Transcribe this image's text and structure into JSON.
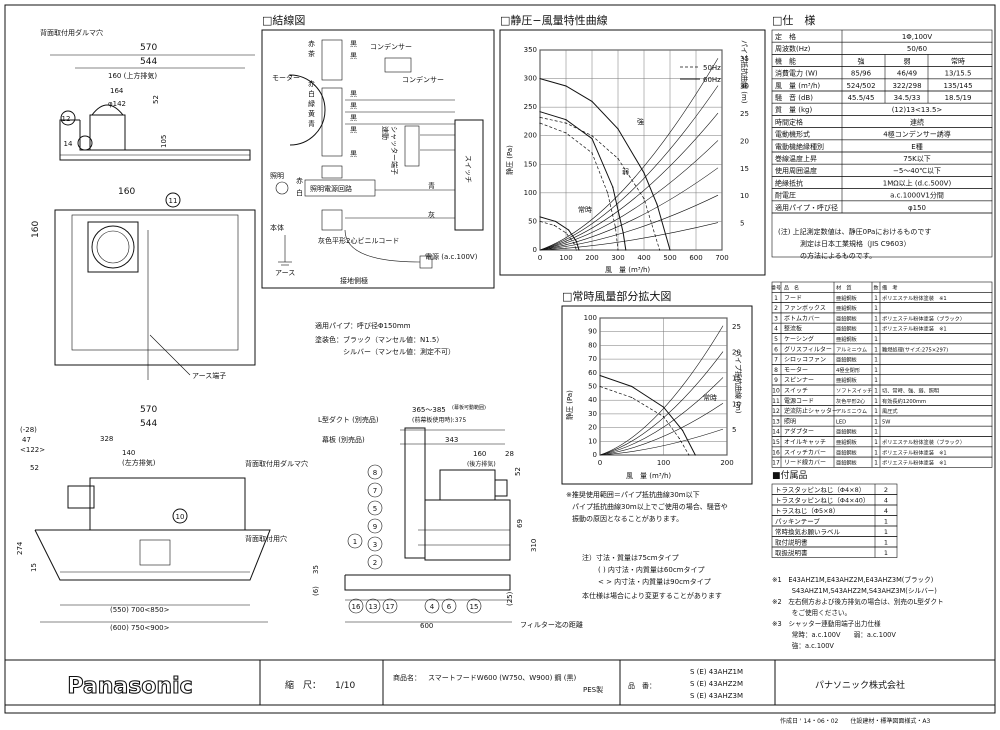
{
  "left_view": {
    "top_dims": [
      "570",
      "544",
      "160 (上方排気)",
      "164",
      "φ142",
      "52",
      "105"
    ],
    "top_label": "背面取付用ダルマ穴",
    "plan_dims": [
      "160",
      "160"
    ],
    "earth_label": "アース端子",
    "front_dims": [
      "570",
      "544",
      "328",
      "140",
      "(左方排気)",
      "(-28)",
      "47",
      "<122>",
      "52",
      "274",
      "15",
      "(550) 700<850>",
      "(600) 750<900>"
    ],
    "front_labels": [
      "背面取付用ダルマ穴",
      "背面取付用穴"
    ],
    "callouts": [
      "12",
      "14",
      "11",
      "10"
    ]
  },
  "wiring": {
    "title": "□結線図",
    "labels": [
      "赤",
      "茶",
      "白",
      "緑",
      "黄",
      "青",
      "赤",
      "白",
      "灰",
      "黒",
      "黒",
      "黒",
      "黒",
      "黒",
      "黒",
      "黒",
      "コンデンサー",
      "コンデンサー",
      "モーター",
      "シャッター端子",
      "速動",
      "スイッチ",
      "照明",
      "照明電源回路",
      "本体",
      "アース",
      "灰色平形2心ビニルコード",
      "電源 (a.c.100V)",
      "接地側極",
      "黒",
      "黒",
      "青",
      "灰",
      "黒",
      "白",
      "白",
      "赤"
    ]
  },
  "pressure_chart": {
    "title": "□静圧−風量特性曲線",
    "ylabel": "静圧 (Pa)",
    "xlabel": "風　量 (m³/h)",
    "y2label": "パイプ抵抗曲線 (m)",
    "legend": [
      "50Hz",
      "60Hz"
    ],
    "annotations": [
      "強",
      "弱",
      "常時"
    ]
  },
  "enlarge_chart": {
    "title": "□常時風量部分拡大図",
    "ylabel": "静圧 (Pa)",
    "xlabel": "風　量 (m³/h)",
    "y2label": "パイプ抵抗曲線 (m)",
    "annotations": [
      "常時"
    ]
  },
  "chart_data": [
    {
      "type": "line",
      "title": "静圧−風量特性曲線",
      "xlabel": "風　量 (m³/h)",
      "ylabel": "静圧 (Pa)",
      "xlim": [
        0,
        700
      ],
      "ylim": [
        0,
        350
      ],
      "xticks": [
        0,
        100,
        200,
        300,
        400,
        500,
        600,
        700
      ],
      "yticks": [
        0,
        50,
        100,
        150,
        200,
        250,
        300,
        350
      ],
      "y2ticks": [
        5,
        10,
        15,
        20,
        25,
        30,
        35
      ],
      "series": [
        {
          "name": "60Hz",
          "x": [
            0,
            100,
            200,
            300,
            400,
            450,
            500
          ],
          "y": [
            300,
            287,
            260,
            212,
            135,
            80,
            0
          ]
        },
        {
          "name": "50Hz",
          "x": [
            0,
            100,
            200,
            300,
            400,
            460
          ],
          "y": [
            232,
            222,
            200,
            160,
            90,
            0
          ]
        },
        {
          "name": "60Hz",
          "x": [
            0,
            100,
            200,
            280,
            320,
            330
          ],
          "y": [
            242,
            228,
            195,
            110,
            30,
            0
          ]
        },
        {
          "name": "50Hz",
          "x": [
            0,
            100,
            200,
            260,
            290,
            300
          ],
          "y": [
            222,
            205,
            170,
            100,
            40,
            0
          ]
        },
        {
          "name": "60Hz",
          "x": [
            0,
            60,
            110,
            140,
            150
          ],
          "y": [
            58,
            50,
            35,
            15,
            0
          ]
        },
        {
          "name": "50Hz",
          "x": [
            0,
            55,
            100,
            130,
            140
          ],
          "y": [
            50,
            43,
            30,
            12,
            0
          ]
        }
      ]
    },
    {
      "type": "line",
      "title": "常時風量部分拡大図",
      "xlabel": "風　量 (m³/h)",
      "ylabel": "静圧 (Pa)",
      "xlim": [
        0,
        200
      ],
      "ylim": [
        0,
        100
      ],
      "xticks": [
        0,
        100,
        200
      ],
      "yticks": [
        0,
        10,
        20,
        30,
        40,
        50,
        60,
        70,
        80,
        90,
        100
      ],
      "y2ticks": [
        5,
        10,
        15,
        20,
        25
      ],
      "series": [
        {
          "name": "60Hz",
          "x": [
            0,
            50,
            100,
            130,
            150
          ],
          "y": [
            58,
            50,
            35,
            18,
            0
          ]
        },
        {
          "name": "50Hz",
          "x": [
            0,
            50,
            100,
            125,
            140
          ],
          "y": [
            50,
            42,
            28,
            12,
            0
          ]
        }
      ]
    }
  ],
  "spec": {
    "title": "□仕　様",
    "header": [
      "機　能",
      "強",
      "弱",
      "常時"
    ],
    "rows": [
      [
        "定　格",
        "1Φ,100V",
        "",
        ""
      ],
      [
        "周波数(Hz)",
        "50/60",
        "",
        ""
      ],
      [
        "消費電力 (W)",
        "85/96",
        "46/49",
        "13/15.5"
      ],
      [
        "風　量 (m³/h)",
        "524/502",
        "322/298",
        "135/145"
      ],
      [
        "騒　音 (dB)",
        "45.5/45",
        "34.5/33",
        "18.5/19"
      ],
      [
        "質　量 (kg)",
        "(12)13<13.5>",
        "",
        ""
      ],
      [
        "時間定格",
        "連続",
        "",
        ""
      ],
      [
        "電動機形式",
        "4極コンデンサー誘導",
        "",
        ""
      ],
      [
        "電動機絶縁種別",
        "E種",
        "",
        ""
      ],
      [
        "巻線温度上昇",
        "75K以下",
        "",
        ""
      ],
      [
        "使用周囲温度",
        "−5〜40℃以下",
        "",
        ""
      ],
      [
        "絶縁抵抗",
        "1MΩ以上 (d.c.500V)",
        "",
        ""
      ],
      [
        "耐電圧",
        "a.c.1000V1分間",
        "",
        ""
      ],
      [
        "適用パイプ・呼び径",
        "φ150",
        "",
        ""
      ]
    ],
    "note": [
      "(注) 上記測定数値は、静圧0Paにおけるものです",
      "測定は日本工業規格（JIS C9603）",
      "の方法によるものです。"
    ]
  },
  "parts": {
    "header": [
      "番号",
      "品　名",
      "材　質",
      "数",
      "備　考"
    ],
    "rows": [
      [
        "1",
        "フード",
        "亜鉛鋼板",
        "1",
        "ポリエステル粉体塗装　※1"
      ],
      [
        "2",
        "ファンボックス",
        "亜鉛鋼板",
        "1",
        ""
      ],
      [
        "3",
        "ボトムカバー",
        "亜鉛鋼板",
        "1",
        "ポリエステル粉体塗装（ブラック）"
      ],
      [
        "4",
        "整流板",
        "亜鉛鋼板",
        "1",
        "ポリエステル粉体塗装　※1"
      ],
      [
        "5",
        "ケーシング",
        "亜鉛鋼板",
        "1",
        ""
      ],
      [
        "6",
        "グリスフィルター",
        "アルミニウム",
        "1",
        "難燃処理(サイズ:275×297)"
      ],
      [
        "7",
        "シロッコファン",
        "亜鉛鋼板",
        "1",
        ""
      ],
      [
        "8",
        "モーター",
        "4極全閉形",
        "1",
        ""
      ],
      [
        "9",
        "スピンナー",
        "亜鉛鋼板",
        "1",
        ""
      ],
      [
        "10",
        "スイッチ",
        "ソフトスイッチ",
        "1",
        "切、常時、強、弱、照明"
      ],
      [
        "11",
        "電源コード",
        "灰色平形2心",
        "1",
        "有効長約1200mm"
      ],
      [
        "12",
        "逆流防止シャッター",
        "アルミニウム",
        "1",
        "風圧式"
      ],
      [
        "13",
        "照明",
        "LED",
        "1",
        "5W"
      ],
      [
        "14",
        "アダプター",
        "亜鉛鋼板",
        "1",
        ""
      ],
      [
        "15",
        "オイルキャッチ",
        "亜鉛鋼板",
        "1",
        "ポリエステル粉体塗装（ブラック）"
      ],
      [
        "16",
        "スイッチカバー",
        "亜鉛鋼板",
        "1",
        "ポリエステル粉体塗装　※1"
      ],
      [
        "17",
        "リード線カバー",
        "亜鉛鋼板",
        "1",
        "ポリエステル粉体塗装　※1"
      ]
    ]
  },
  "accessories": {
    "title": "■付属品",
    "rows": [
      [
        "トラスタッピンねじ（Φ4×8）",
        "2"
      ],
      [
        "トラスタッピンねじ（Φ4×40）",
        "4"
      ],
      [
        "トラスねじ（Φ5×8）",
        "4"
      ],
      [
        "パッキンテープ",
        "1"
      ],
      [
        "常時換気お願いラベル",
        "1"
      ],
      [
        "取付説明書",
        "1"
      ],
      [
        "取扱説明書",
        "1"
      ]
    ]
  },
  "notes": [
    "※1　E43AHZ1M,E43AHZ2M,E43AHZ3M(ブラック)",
    "　　　S43AHZ1M,S43AHZ2M,S43AHZ3M(シルバー)",
    "※2　左右側方および後方排気の場合は、別売のL型ダクト",
    "　　　をご使用ください。",
    "※3　シャッター連動用端子出力仕様",
    "　　　常時：a.c.100V　　弱：a.c.100V",
    "　　　強：a.c.100V"
  ],
  "mid_text": {
    "pipe": "適用パイプ：呼び径Φ150mm",
    "paint1": "塗装色：ブラック（マンセル値：N1.5）",
    "paint2": "シルバー（マンセル値：測定不可）",
    "warn1": "※推奨使用範囲＝パイプ抵抗曲線30m以下",
    "warn2": "パイプ抵抗曲線30m以上でご使用の場合、騒音や",
    "warn3": "振動の原因となることがあります。",
    "dim1": "注）寸法・質量は75cmタイプ",
    "dim2": "( ) 内寸法・内質量は60cmタイプ",
    "dim3": "< > 内寸法・内質量は90cmタイプ",
    "change": "本仕様は場合により変更することがあります"
  },
  "side_view": {
    "labels": [
      "L型ダクト (別売品)",
      "幕板 (別売品)",
      "365〜385",
      "(幕板可動範囲)",
      "(前幕板使用時):375",
      "343",
      "160",
      "(後方排気)",
      "28",
      "52",
      "69",
      "310",
      "35",
      "(6)",
      "(25)",
      "600",
      "フィルター迄の距離"
    ],
    "callouts": [
      "8",
      "7",
      "5",
      "9",
      "3",
      "2",
      "1",
      "16",
      "13",
      "17",
      "4",
      "6",
      "15"
    ]
  },
  "title_block": {
    "brand": "Panasonic",
    "scale_label": "縮　尺：",
    "scale": "1/10",
    "product_label": "商品名：",
    "product": "スマートフードW600 (W750、W900) 鋼 (黒)",
    "product2": "PES製",
    "model_label": "品　番：",
    "models": [
      "S (E) 43AHZ1M",
      "S (E) 43AHZ2M",
      "S (E) 43AHZ3M"
    ],
    "company": "パナソニック株式会社",
    "footer": "作成日 ' 14・06・02　　住設建材・標準図面様式・A3"
  }
}
